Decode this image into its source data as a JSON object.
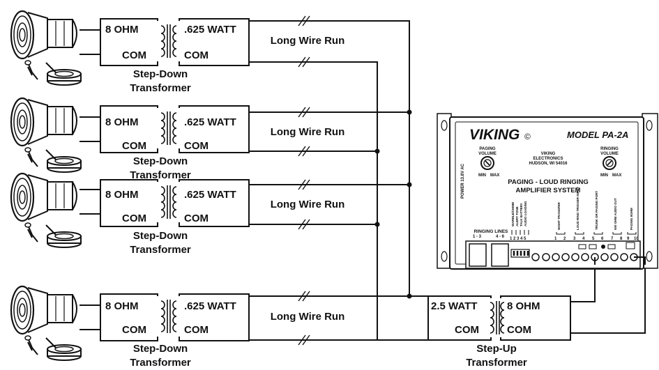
{
  "speaker_rows": [
    {
      "primary_label": "8 OHM",
      "secondary_label": ".625 WATT",
      "primary_com": "COM",
      "secondary_com": "COM",
      "wire_label": "Long Wire Run",
      "caption_line1": "Step-Down",
      "caption_line2": "Transformer"
    },
    {
      "primary_label": "8 OHM",
      "secondary_label": ".625 WATT",
      "primary_com": "COM",
      "secondary_com": "COM",
      "wire_label": "Long Wire Run",
      "caption_line1": "Step-Down",
      "caption_line2": "Transformer"
    },
    {
      "primary_label": "8 OHM",
      "secondary_label": ".625 WATT",
      "primary_com": "COM",
      "secondary_com": "COM",
      "wire_label": "Long Wire Run",
      "caption_line1": "Step-Down",
      "caption_line2": "Transformer"
    },
    {
      "primary_label": "8 OHM",
      "secondary_label": ".625 WATT",
      "primary_com": "COM",
      "secondary_com": "COM",
      "wire_label": "Long Wire Run",
      "caption_line1": "Step-Down",
      "caption_line2": "Transformer"
    }
  ],
  "step_up": {
    "left_label": "2.5 WATT",
    "right_label": "8 OHM",
    "left_com": "COM",
    "right_com": "COM",
    "caption_line1": "Step-Up",
    "caption_line2": "Transformer"
  },
  "amplifier": {
    "brand": "VIKING",
    "brand_mark": "©",
    "model": "MODEL PA-2A",
    "paging_volume_line1": "PAGING",
    "paging_volume_line2": "VOLUME",
    "ringing_volume_line1": "RINGING",
    "ringing_volume_line2": "VOLUME",
    "min_label": "MIN",
    "max_label": "MAX",
    "company_line1": "VIKING",
    "company_line2": "ELECTRONICS",
    "company_line3": "HUDSON, WI 54016",
    "system_line1": "PAGING - LOUD RINGING",
    "system_line2": "AMPLIFIER SYSTEM",
    "power_label": "POWER 13.8V AC",
    "ringing_lines_label": "RINGING LINES",
    "ringing_lines_left": "1 - 3",
    "ringing_lines_right": "4 - 6",
    "dip_labels": [
      "WARBLE/CHIME",
      "ALERT TONE",
      "TALK BATTERY",
      "AUDIO LOADING"
    ],
    "dip_numbers": "1 2 3 4 5",
    "terminal_groups": [
      {
        "label": "NIGHT TRANSFER",
        "numbers": [
          "1",
          "2"
        ]
      },
      {
        "label": "LOUD RING TRIGGER INPUT",
        "numbers": [
          "3",
          "4"
        ]
      },
      {
        "label": "TRUNK OR PAGING PORT",
        "numbers": [
          "5",
          "6"
        ]
      },
      {
        "label": "600 OHM AUDIO OUT",
        "numbers": [
          "7",
          "8"
        ]
      },
      {
        "label": "PAGING 8OHM",
        "numbers": [
          "9",
          "10"
        ]
      }
    ]
  }
}
